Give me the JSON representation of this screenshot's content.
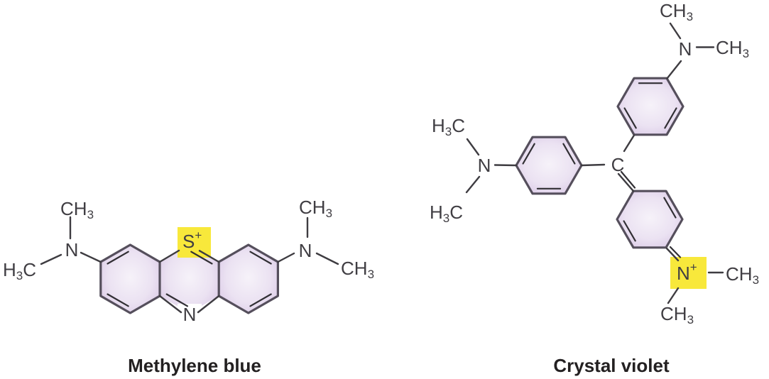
{
  "glyphs": {
    "CH": "CH",
    "H": "H",
    "C": "C",
    "N": "N",
    "S": "S",
    "sub3": "3",
    "plus": "+"
  },
  "methylene_blue": {
    "title": "Methylene blue",
    "highlighted_atom": "S+"
  },
  "crystal_violet": {
    "title": "Crystal violet",
    "highlighted_atom": "N+"
  },
  "colors": {
    "highlight": "#f8e83b",
    "ring-center": "#f6f2f9",
    "ring-mid": "#ebe2f2",
    "ring-edge": "#d6c3e3",
    "outline": "#554f5c",
    "bond": "#3e3c41",
    "dbond": "#312f34",
    "atom-text": "#403e43",
    "title-text": "#232021",
    "background": "#ffffff"
  }
}
